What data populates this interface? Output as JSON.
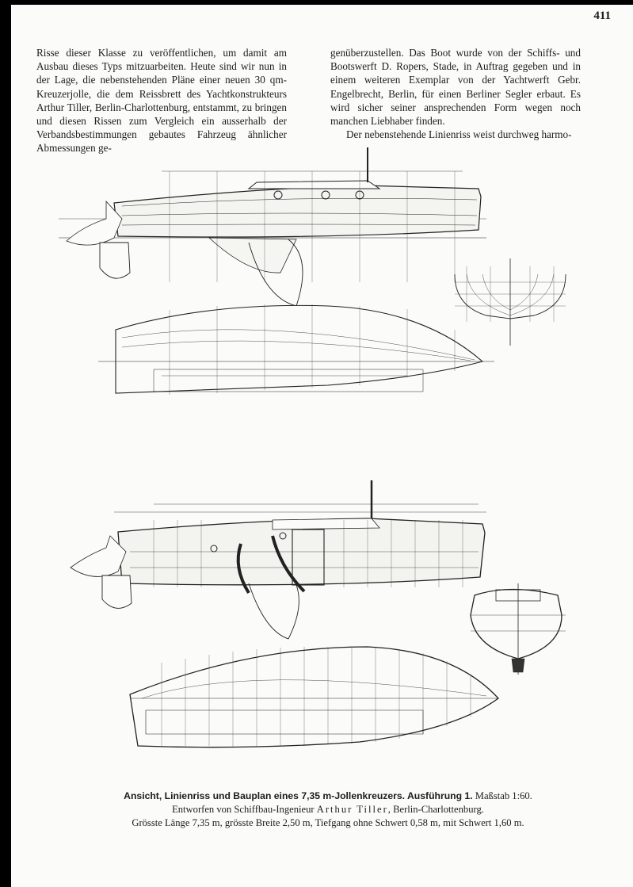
{
  "page_number": "411",
  "left_column": [
    "Risse dieser Klasse zu veröffentlichen, um damit am Ausbau dieses Typs mitzuarbeiten. Heute sind wir nun in der Lage, die nebenstehenden Pläne einer neuen 30 qm-Kreuzerjolle, die dem Reissbrett des Yachtkonstrukteurs Arthur Tiller, Berlin-Charlottenburg, entstammt, zu bringen und diesen Rissen zum Vergleich ein ausserhalb der Verbandsbestimmungen gebautes Fahrzeug ähnlicher Abmessungen ge-"
  ],
  "right_column": [
    "genüberzustellen. Das Boot wurde von der Schiffs- und Bootswerft D. Ropers, Stade, in Auftrag gegeben und in einem weiteren Exemplar von der Yachtwerft Gebr. Engelbrecht, Berlin, für einen Berliner Segler erbaut. Es wird sicher seiner ansprechenden Form wegen noch manchen Liebhaber finden.",
    "Der nebenstehende Linienriss weist durchweg harmo-"
  ],
  "caption": {
    "title": "Ansicht, Linienriss und Bauplan eines 7,35 m-Jollenkreuzers. Ausführung 1.",
    "scale": "Maßstab 1:60.",
    "designer_prefix": "Entworfen von Schiffbau-Ingenieur",
    "designer_name": "Arthur Tiller",
    "designer_suffix": ", Berlin-Charlottenburg.",
    "dimensions": "Grösste Länge 7,35 m, grösste Breite 2,50 m, Tiefgang ohne Schwert 0,58 m, mit Schwert 1,60 m."
  }
}
